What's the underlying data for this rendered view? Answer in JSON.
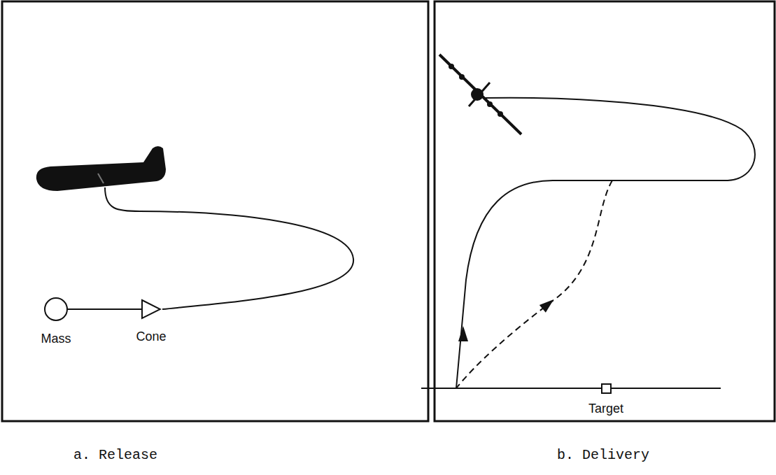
{
  "diagram": {
    "nodes": [
      {
        "text": [
          "Mass"
        ]
      },
      {
        "text": [
          "Cone"
        ]
      },
      {
        "text": [
          "Target"
        ]
      }
    ],
    "edges": [
      {
        "from": 0,
        "to": 1,
        "arrow": "none"
      }
    ],
    "labels": [
      "a. Release",
      "b. Delivery"
    ]
  }
}
